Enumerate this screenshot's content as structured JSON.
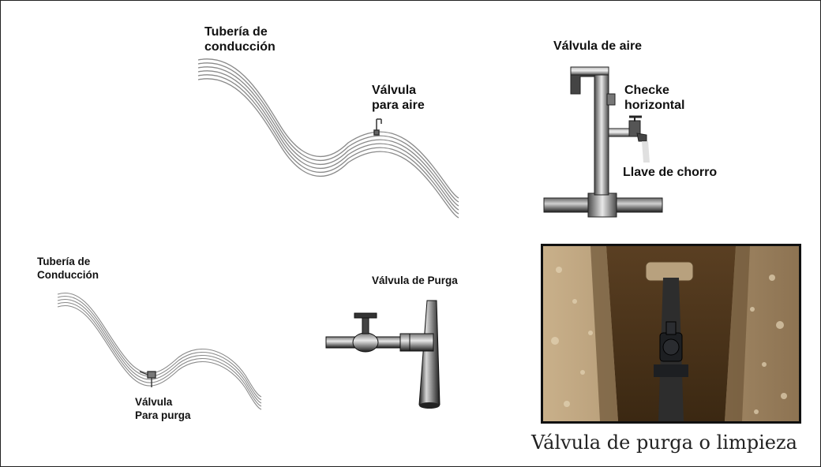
{
  "top_left": {
    "pipe_label": [
      "Tubería de",
      "conducción"
    ],
    "valve_label": [
      "Válvula",
      "para aire"
    ]
  },
  "top_right": {
    "title": "Válvula de aire",
    "check_label": [
      "Checke",
      "horizontal"
    ],
    "faucet_label": "Llave de chorro"
  },
  "bottom_left": {
    "pipe_label": [
      "Tubería de",
      "Conducción"
    ],
    "valve_label": [
      "Válvula",
      "Para purga"
    ]
  },
  "bottom_middle": {
    "title": "Válvula de Purga"
  },
  "photo": {
    "caption": "Válvula de purga o limpieza"
  },
  "colors": {
    "pipe_gray": "#8a8a8a",
    "pipe_dark": "#2a2a2a",
    "soil": "#9c7c52"
  }
}
